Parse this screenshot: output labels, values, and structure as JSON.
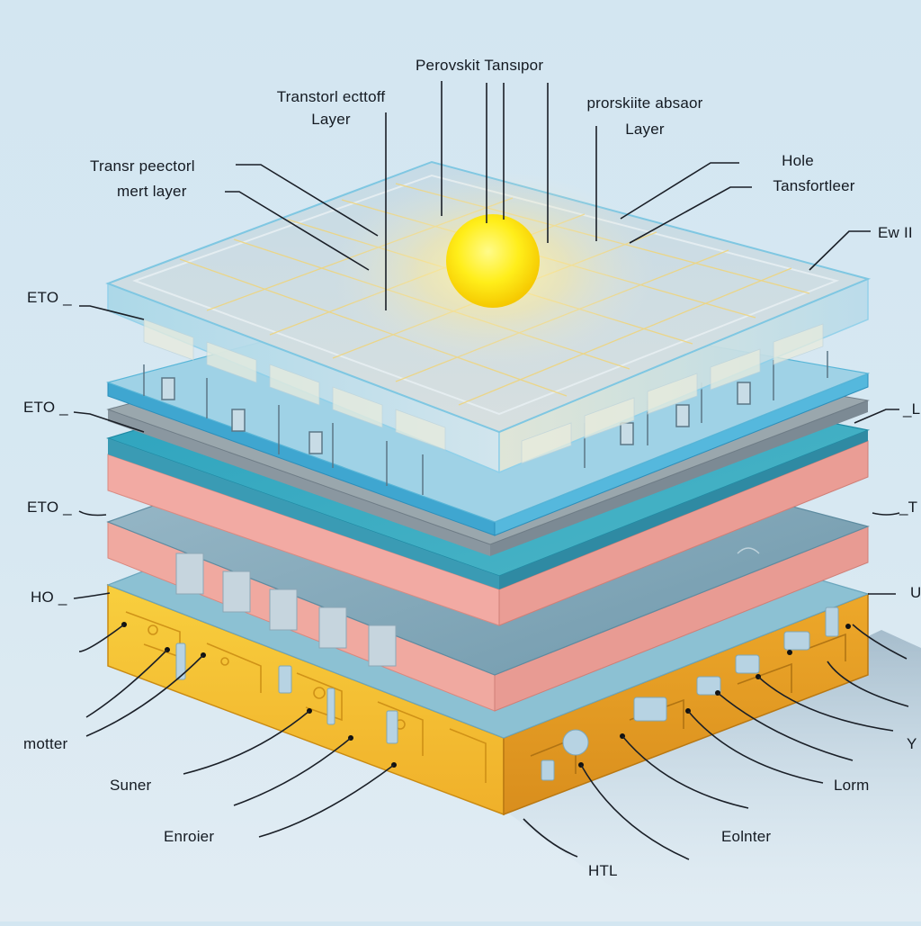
{
  "diagram": {
    "subject": "Exploded perovskite solar cell layer stack",
    "light_source": "sun-sphere",
    "colors": {
      "background": "#d5e7f1",
      "glass_top": "#bcd9e6",
      "glass_edge": "#8fd0ea",
      "sun": "#fff12a",
      "teal_layer": "#2fa6bf",
      "pink_layer": "#f4a8a0",
      "metal_layer": "#7fa7b8",
      "gold_base": "#f2b62a",
      "leader_line": "#1a1f27"
    },
    "layers": [
      {
        "name": "top glass grid",
        "order": 1
      },
      {
        "name": "blue transport layer",
        "order": 2
      },
      {
        "name": "teal textured layer",
        "order": 3
      },
      {
        "name": "pink absorber layer",
        "order": 4
      },
      {
        "name": "grey-blue metal layer",
        "order": 5
      },
      {
        "name": "gold circuit base",
        "order": 6
      }
    ]
  },
  "labels": {
    "top_center": "Perovskit Tansιpor",
    "top_left_line1": "Transtorl ecttoff",
    "top_left_line2": "Layer",
    "top_right_line1": "prorskiite absaor",
    "top_right_line2": "Layer",
    "upper_left_line1": "Transr peectorl",
    "upper_left_line2": "mert layer",
    "upper_right_line1": "Hole",
    "upper_right_line2": "Tansfortleer",
    "right_1": "Ew II",
    "left_eto_1": "ETO _",
    "left_eto_2": "ETO _",
    "left_eto_3": "ETO _",
    "left_ho": "HO _",
    "right_l": "_L",
    "right_t": "_T",
    "right_u": "U",
    "right_y": "Y",
    "bottom_left_1": "motter",
    "bottom_left_2": "Suner",
    "bottom_left_3": "Enroier",
    "bottom_center": "HTL",
    "bottom_right_1": "Eolnter",
    "bottom_right_2": "Lorm"
  }
}
